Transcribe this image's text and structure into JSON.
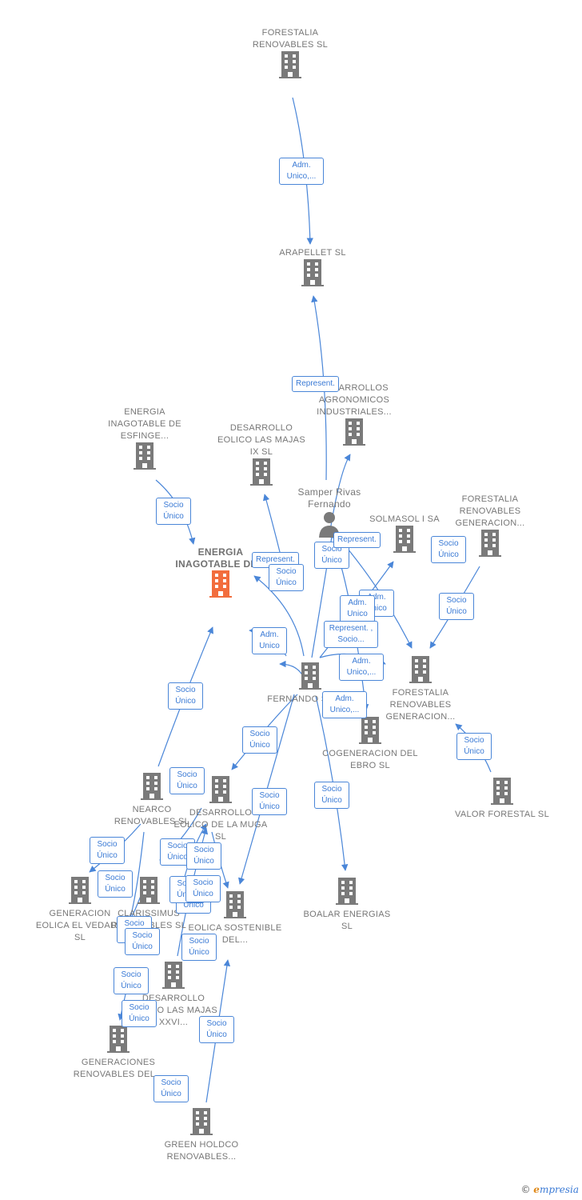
{
  "colors": {
    "edge": "#4a86d8",
    "node": "#7a7a7a",
    "focus": "#f26d3d"
  },
  "nodes": [
    {
      "id": "forestalia_sl",
      "label": "FORESTALIA RENOVABLES SL",
      "icon": "building-icon"
    },
    {
      "id": "arapellet",
      "label": "ARAPELLET SL",
      "icon": "building-icon"
    },
    {
      "id": "desarrollos_agro",
      "label": "DESARROLLOS AGRONOMICOS INDUSTRIALES...",
      "icon": "building-icon"
    },
    {
      "id": "esfinge",
      "label": "ENERGIA INAGOTABLE DE ESFINGE...",
      "icon": "building-icon"
    },
    {
      "id": "majas_ix",
      "label": "DESARROLLO EOLICO LAS MAJAS IX SL",
      "icon": "building-icon"
    },
    {
      "id": "samper",
      "label": "Samper Rivas Fernando",
      "icon": "person-icon"
    },
    {
      "id": "solmasol",
      "label": "SOLMASOL I SA",
      "icon": "building-icon"
    },
    {
      "id": "forestalia_gen_top",
      "label": "FORESTALIA RENOVABLES GENERACION...",
      "icon": "building-icon"
    },
    {
      "id": "focus",
      "label": "ENERGIA INAGOTABLE DE...",
      "icon": "building-icon"
    },
    {
      "id": "fernando_sol",
      "label": "FERNANDO SOL SL",
      "icon": "building-icon"
    },
    {
      "id": "forestalia_gen_mid",
      "label": "FORESTALIA RENOVABLES GENERACION...",
      "icon": "building-icon"
    },
    {
      "id": "cogeneracion",
      "label": "COGENERACION DEL EBRO SL",
      "icon": "building-icon"
    },
    {
      "id": "valor",
      "label": "VALOR FORESTAL SL",
      "icon": "building-icon"
    },
    {
      "id": "nearco",
      "label": "NEARCO RENOVABLES SL",
      "icon": "building-icon"
    },
    {
      "id": "muga",
      "label": "DESARROLLO EOLICO DE LA MUGA SL",
      "icon": "building-icon"
    },
    {
      "id": "vedado",
      "label": "GENERACION EOLICA EL VEDADO SL",
      "icon": "building-icon"
    },
    {
      "id": "clarissimus",
      "label": "CLARISSIMUS RENOVABLES SL",
      "icon": "building-icon"
    },
    {
      "id": "eolica_sost",
      "label": "EOLICA SOSTENIBLE DEL...",
      "icon": "building-icon"
    },
    {
      "id": "boalar",
      "label": "BOALAR ENERGIAS SL",
      "icon": "building-icon"
    },
    {
      "id": "majas_xxvi",
      "label": "DESARROLLO EOLICO LAS MAJAS XXVI...",
      "icon": "building-icon"
    },
    {
      "id": "generaciones",
      "label": "GENERACIONES RENOVABLES DEL...",
      "icon": "building-icon"
    },
    {
      "id": "green",
      "label": "GREEN HOLDCO RENOVABLES...",
      "icon": "building-icon"
    }
  ],
  "edge_labels": [
    "Adm. Unico,...",
    "Represent.",
    "Socio Único",
    "Represent.",
    "Socio Único",
    "Socio Único",
    "Represent.",
    "Adm. Unico",
    "Socio Único",
    "Socio Único",
    "Adm. Unico",
    "Represent. , Socio...",
    "Adm. Unico,...",
    "Adm. Unico,...",
    "Adm. Unico",
    "Socio Único",
    "Socio Único",
    "Socio Único",
    "Socio Único",
    "Socio Único",
    "Socio Único",
    "Socio Único",
    "Socio Único",
    "Socio Único",
    "Socio Único",
    "Socio Único",
    "Socio Único",
    "Socio Único",
    "Socio Único",
    "Socio Único",
    "Socio Único",
    "Socio Único",
    "Socio Único",
    "Socio Único",
    "Socio Único"
  ],
  "brand": {
    "copyright": "©",
    "initial": "e",
    "rest": "mpresia"
  }
}
